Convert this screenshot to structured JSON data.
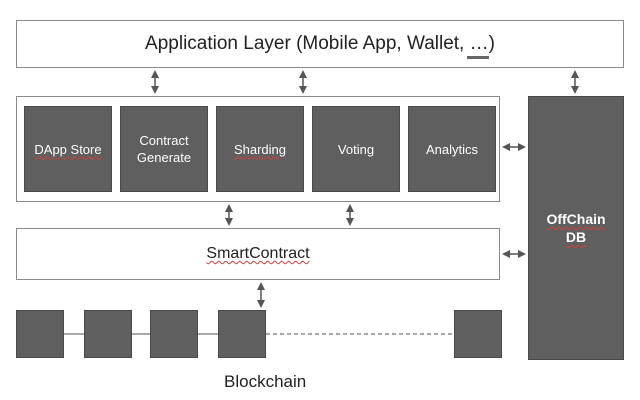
{
  "application_layer": "Application Layer (Mobile App, Wallet, …)",
  "services": [
    "DApp Store",
    "Contract\nGenerate",
    "Sharding",
    "Voting",
    "Analytics"
  ],
  "offchain_db": "OffChain\nDB",
  "smart_contract": "SmartContract",
  "blockchain_label": "Blockchain",
  "colors": {
    "dark_box": "#5f5f5f",
    "outline": "#8a8a8a",
    "arrow": "#555555"
  }
}
